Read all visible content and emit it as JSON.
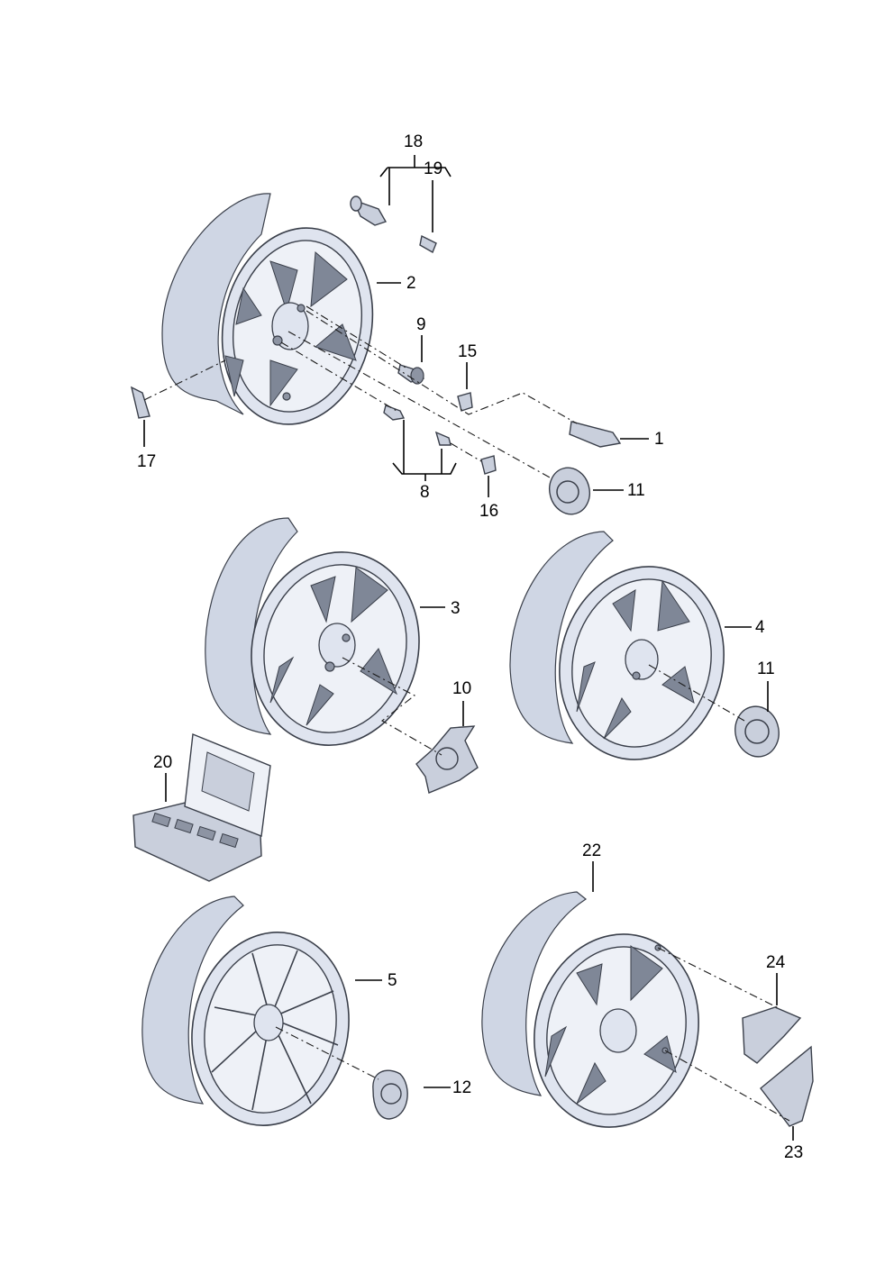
{
  "callouts": {
    "c1": "1",
    "c2": "2",
    "c3": "3",
    "c4": "4",
    "c5": "5",
    "c8": "8",
    "c9": "9",
    "c10": "10",
    "c11a": "11",
    "c11b": "11",
    "c12": "12",
    "c15": "15",
    "c16": "16",
    "c17": "17",
    "c18": "18",
    "c19": "19",
    "c20": "20",
    "c22": "22",
    "c23": "23",
    "c24": "24"
  }
}
